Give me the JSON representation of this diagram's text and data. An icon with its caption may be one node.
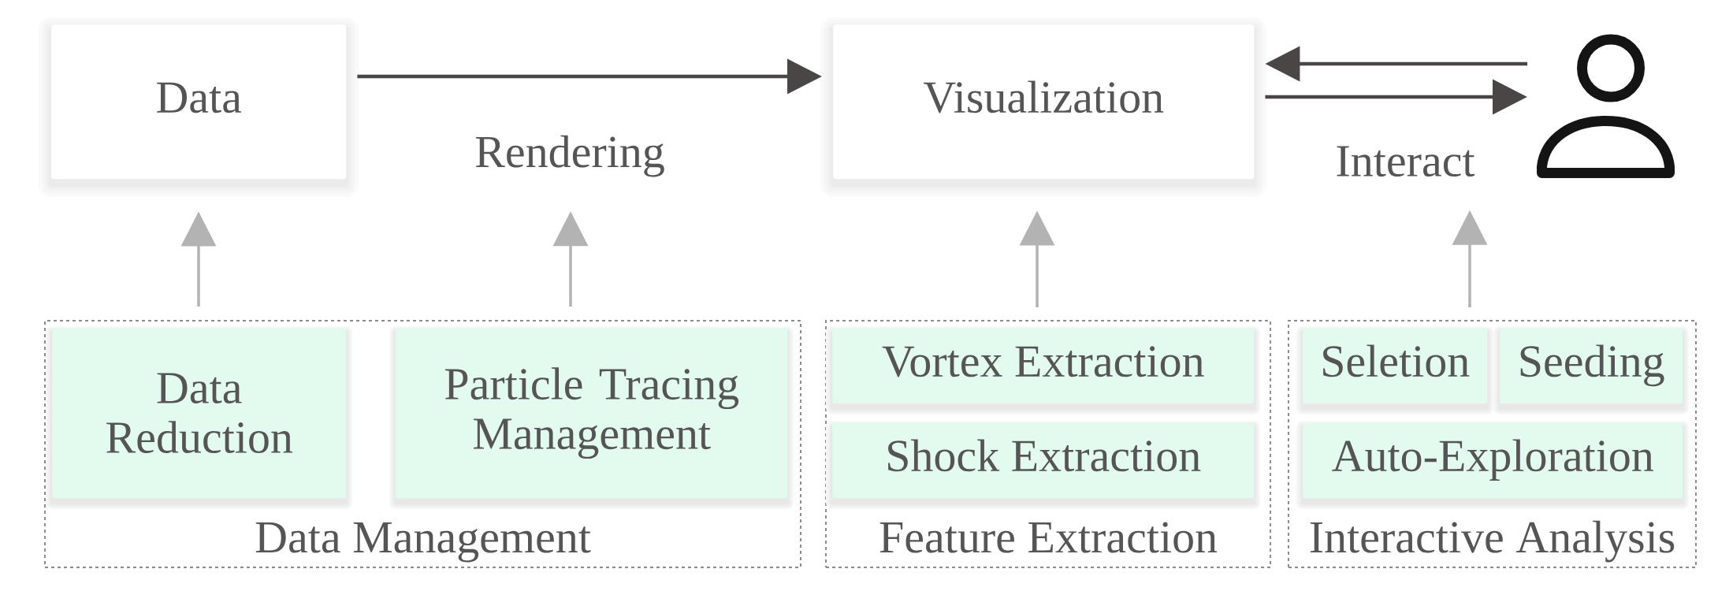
{
  "diagram": {
    "nodes": [
      {
        "text": [
          "Data"
        ]
      },
      {
        "text": [
          "Rendering"
        ]
      },
      {
        "text": [
          "Visualization"
        ]
      },
      {
        "text": [
          "Interact"
        ]
      },
      {
        "text": [],
        "shape": "person"
      },
      {
        "text": [
          "Data Management"
        ]
      },
      {
        "text": [
          "Data Reduction"
        ],
        "in": 5
      },
      {
        "text": [
          "Particle Tracing Management"
        ],
        "in": 5
      },
      {
        "text": [
          "Feature Extraction"
        ]
      },
      {
        "text": [
          "Vortex Extraction"
        ],
        "in": 8
      },
      {
        "text": [
          "Shock Extraction"
        ],
        "in": 8
      },
      {
        "text": [
          "Interactive Analysis"
        ]
      },
      {
        "text": [
          "Seletion"
        ],
        "in": 11
      },
      {
        "text": [
          "Seeding"
        ],
        "in": 11
      },
      {
        "text": [
          "Auto-Exploration"
        ],
        "in": 11
      }
    ],
    "edges": [
      {
        "from": 0,
        "to": 2,
        "arrow": "to",
        "color": "#4a4646"
      },
      {
        "from": 4,
        "to": 2,
        "arrow": "to",
        "color": "#4a4646"
      },
      {
        "from": 2,
        "to": 4,
        "arrow": "to",
        "color": "#4a4646"
      },
      {
        "from": 6,
        "to": 0,
        "arrow": "to"
      },
      {
        "from": 7,
        "to": 1,
        "arrow": "to"
      },
      {
        "from": 8,
        "to": 2,
        "arrow": "to"
      },
      {
        "from": 11,
        "to": 3,
        "arrow": "to"
      }
    ]
  }
}
